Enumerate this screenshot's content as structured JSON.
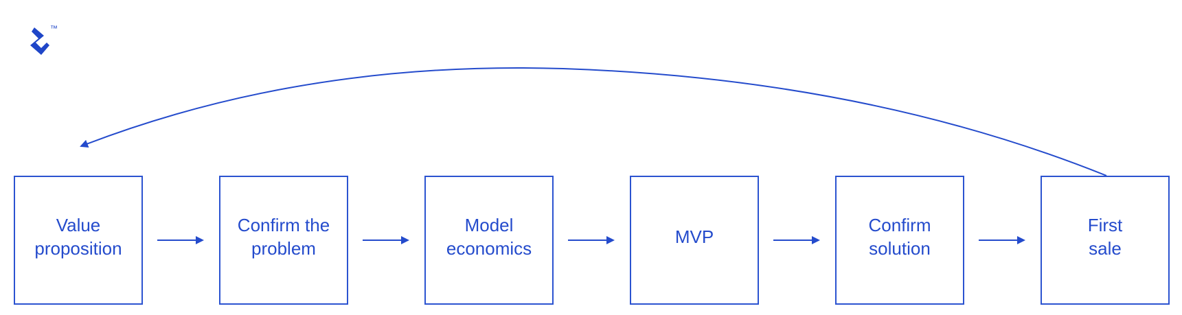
{
  "brand": {
    "trademark": "™",
    "accent_color": "#244bcc"
  },
  "diagram": {
    "steps": [
      {
        "label": "Value\nproposition"
      },
      {
        "label": "Confirm the\nproblem"
      },
      {
        "label": "Model\neconomics"
      },
      {
        "label": "MVP"
      },
      {
        "label": "Confirm\nsolution"
      },
      {
        "label": "First\nsale"
      }
    ],
    "flow": "left-to-right",
    "feedback_loop": "First sale → Value proposition"
  }
}
